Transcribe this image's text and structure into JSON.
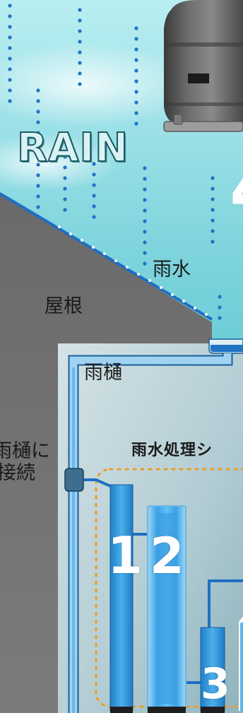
{
  "logo": {
    "text": "RAIN"
  },
  "labels": {
    "rainwater": "雨水",
    "roof": "屋根",
    "gutter": "雨樋",
    "connect_line1": "雨樋に",
    "connect_line2": "接続",
    "system_title": "雨水処理シ"
  },
  "stages": [
    "1",
    "2",
    "3"
  ],
  "decor": {
    "partial_glyph": "4"
  },
  "colors": {
    "sky": "#7dd3dc",
    "roof": "#6d6d6d",
    "pipe": "#2f8fd6",
    "tank": "#5e5e5e",
    "dashed_outline": "#f39a1e"
  }
}
